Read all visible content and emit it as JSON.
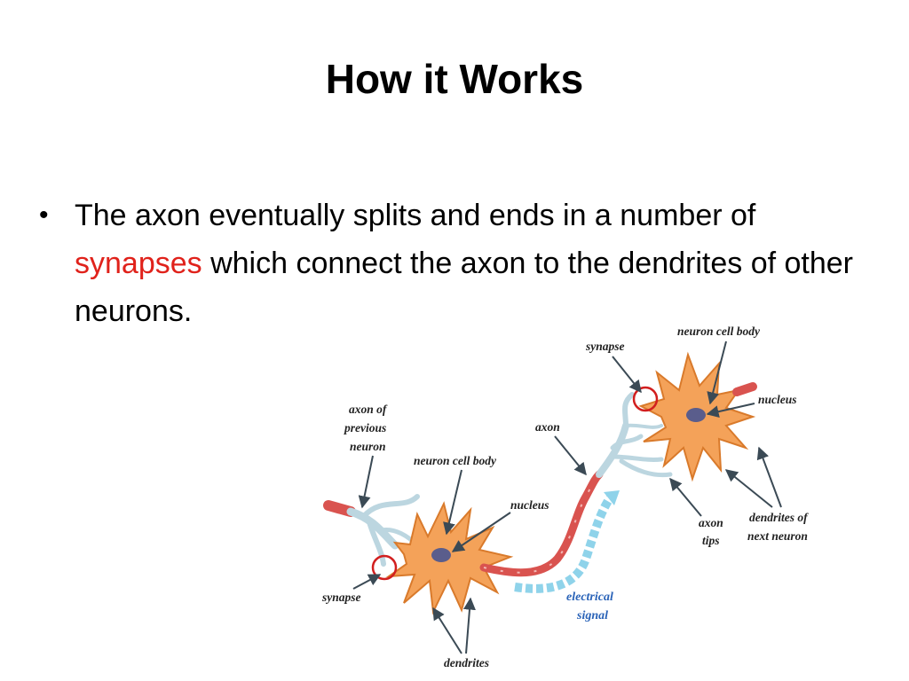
{
  "slide": {
    "title": "How it Works",
    "bullet": {
      "before": "The axon eventually splits and ends in a number of ",
      "highlight": "synapses",
      "after": " which connect the axon to the dendrites of other neurons."
    },
    "highlight_color": "#e0221b"
  },
  "diagram": {
    "labels": {
      "synapse_top": "synapse",
      "cell_body_top": "neuron cell body",
      "nucleus_top": "nucleus",
      "axon": "axon",
      "axon_prev_1": "axon of",
      "axon_prev_2": "previous",
      "axon_prev_3": "neuron",
      "cell_body_bottom": "neuron cell body",
      "nucleus_bottom": "nucleus",
      "axon_tips_1": "axon",
      "axon_tips_2": "tips",
      "dendrites_next_1": "dendrites of",
      "dendrites_next_2": "next neuron",
      "synapse_bottom": "synapse",
      "dendrites": "dendrites",
      "signal_1": "electrical",
      "signal_2": "signal"
    },
    "colors": {
      "neuron_body": "#f4a259",
      "neuron_outline": "#d97a2b",
      "nucleus": "#5a5d8c",
      "axon": "#d9534f",
      "axon_tips": "#bcd6e0",
      "signal": "#8fd3ea",
      "synapse_ring": "#d21f1f",
      "arrow": "#3b4a55"
    }
  }
}
